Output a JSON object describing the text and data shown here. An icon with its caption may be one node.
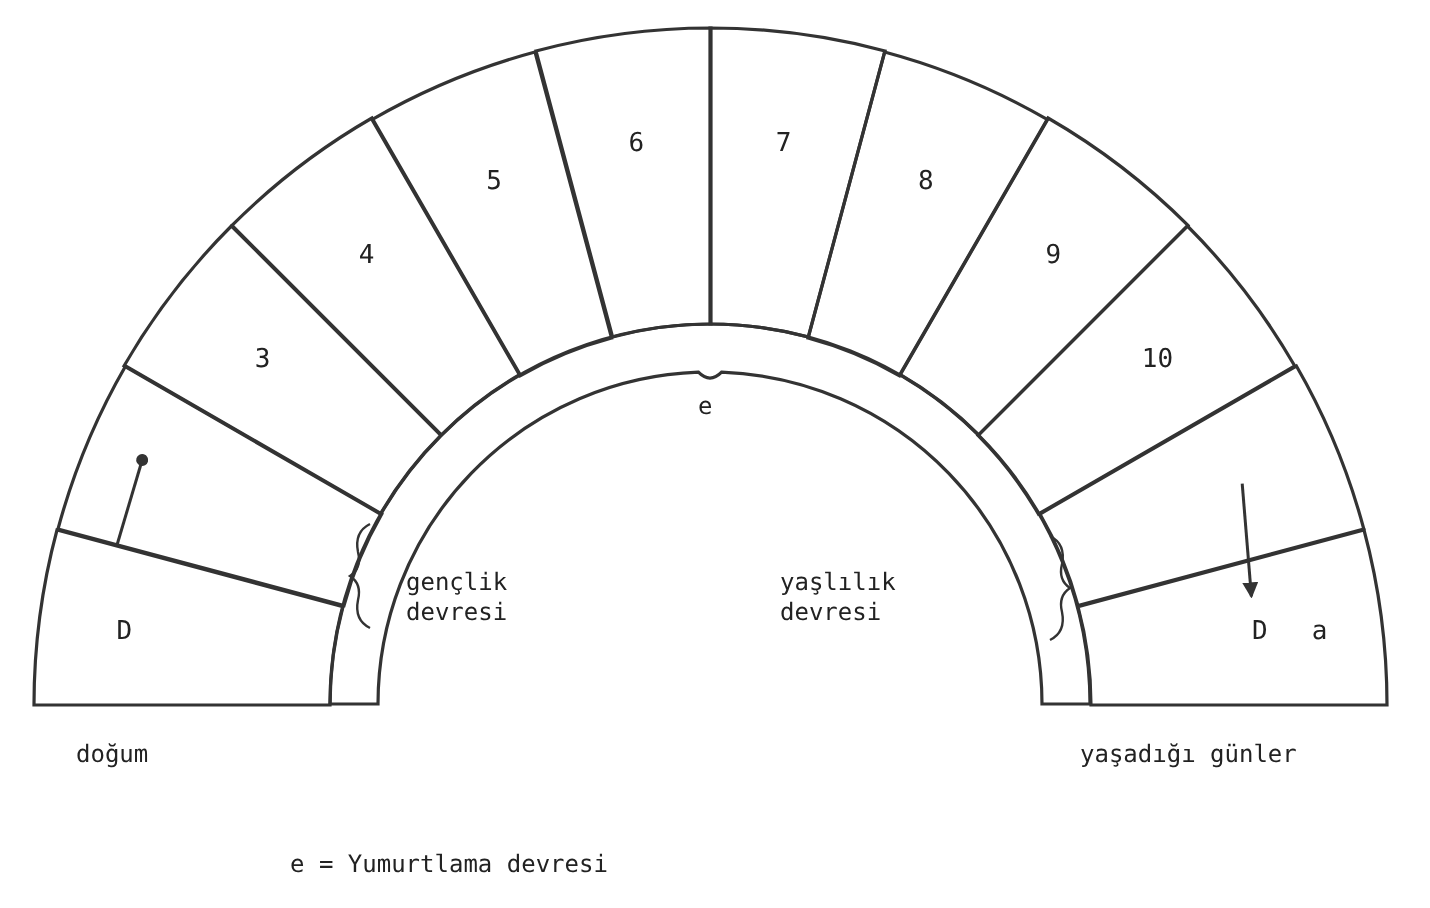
{
  "diagram": {
    "nodes": [
      {
        "text": [
          "D"
        ]
      },
      {
        "text": [],
        "shape": "box"
      },
      {
        "text": [
          "3"
        ]
      },
      {
        "text": [
          "4"
        ]
      },
      {
        "text": [
          "5"
        ]
      },
      {
        "text": [
          "6"
        ]
      },
      {
        "text": [
          "7"
        ]
      },
      {
        "text": [
          "8"
        ]
      },
      {
        "text": [
          "9"
        ]
      },
      {
        "text": [
          "10"
        ]
      },
      {
        "text": [],
        "shape": "box"
      },
      {
        "text": [
          "D",
          "a"
        ]
      }
    ],
    "edges": [
      {
        "from": 0,
        "to": 1,
        "arrow": "other"
      },
      {
        "from": 10,
        "to": 11,
        "arrow": "to"
      }
    ],
    "labels": [
      "e",
      "gençlik devresi",
      "yaşlılık devresi",
      "doğum",
      "yaşadığı günler",
      "e = Yumurtlama devresi"
    ]
  }
}
